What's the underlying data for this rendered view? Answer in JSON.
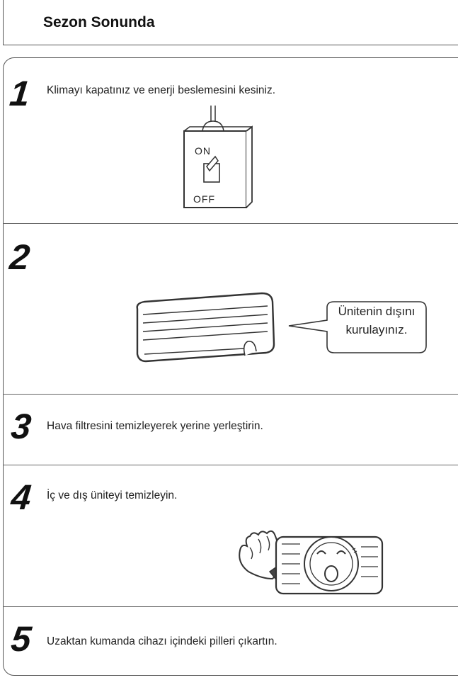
{
  "header": {
    "title": "Sezon Sonunda"
  },
  "steps": [
    {
      "number": "1",
      "text": "Klimayı kapatınız ve enerji beslemesini kesiniz.",
      "switch_on": "ON",
      "switch_off": "OFF"
    },
    {
      "number": "2",
      "bubble_line1": "Ünitenin dışını",
      "bubble_line2": "kurulayınız."
    },
    {
      "number": "3",
      "text": "Hava filtresini temizleyerek yerine yerleştirin."
    },
    {
      "number": "4",
      "text": "İç ve dış üniteyi temizleyin."
    },
    {
      "number": "5",
      "text": "Uzaktan kumanda cihazı içindeki pilleri çıkartın."
    }
  ],
  "icons": [
    "power-switch-icon",
    "indoor-unit-icon",
    "speech-bubble-icon",
    "cleaning-hand-icon",
    "outdoor-unit-icon"
  ]
}
